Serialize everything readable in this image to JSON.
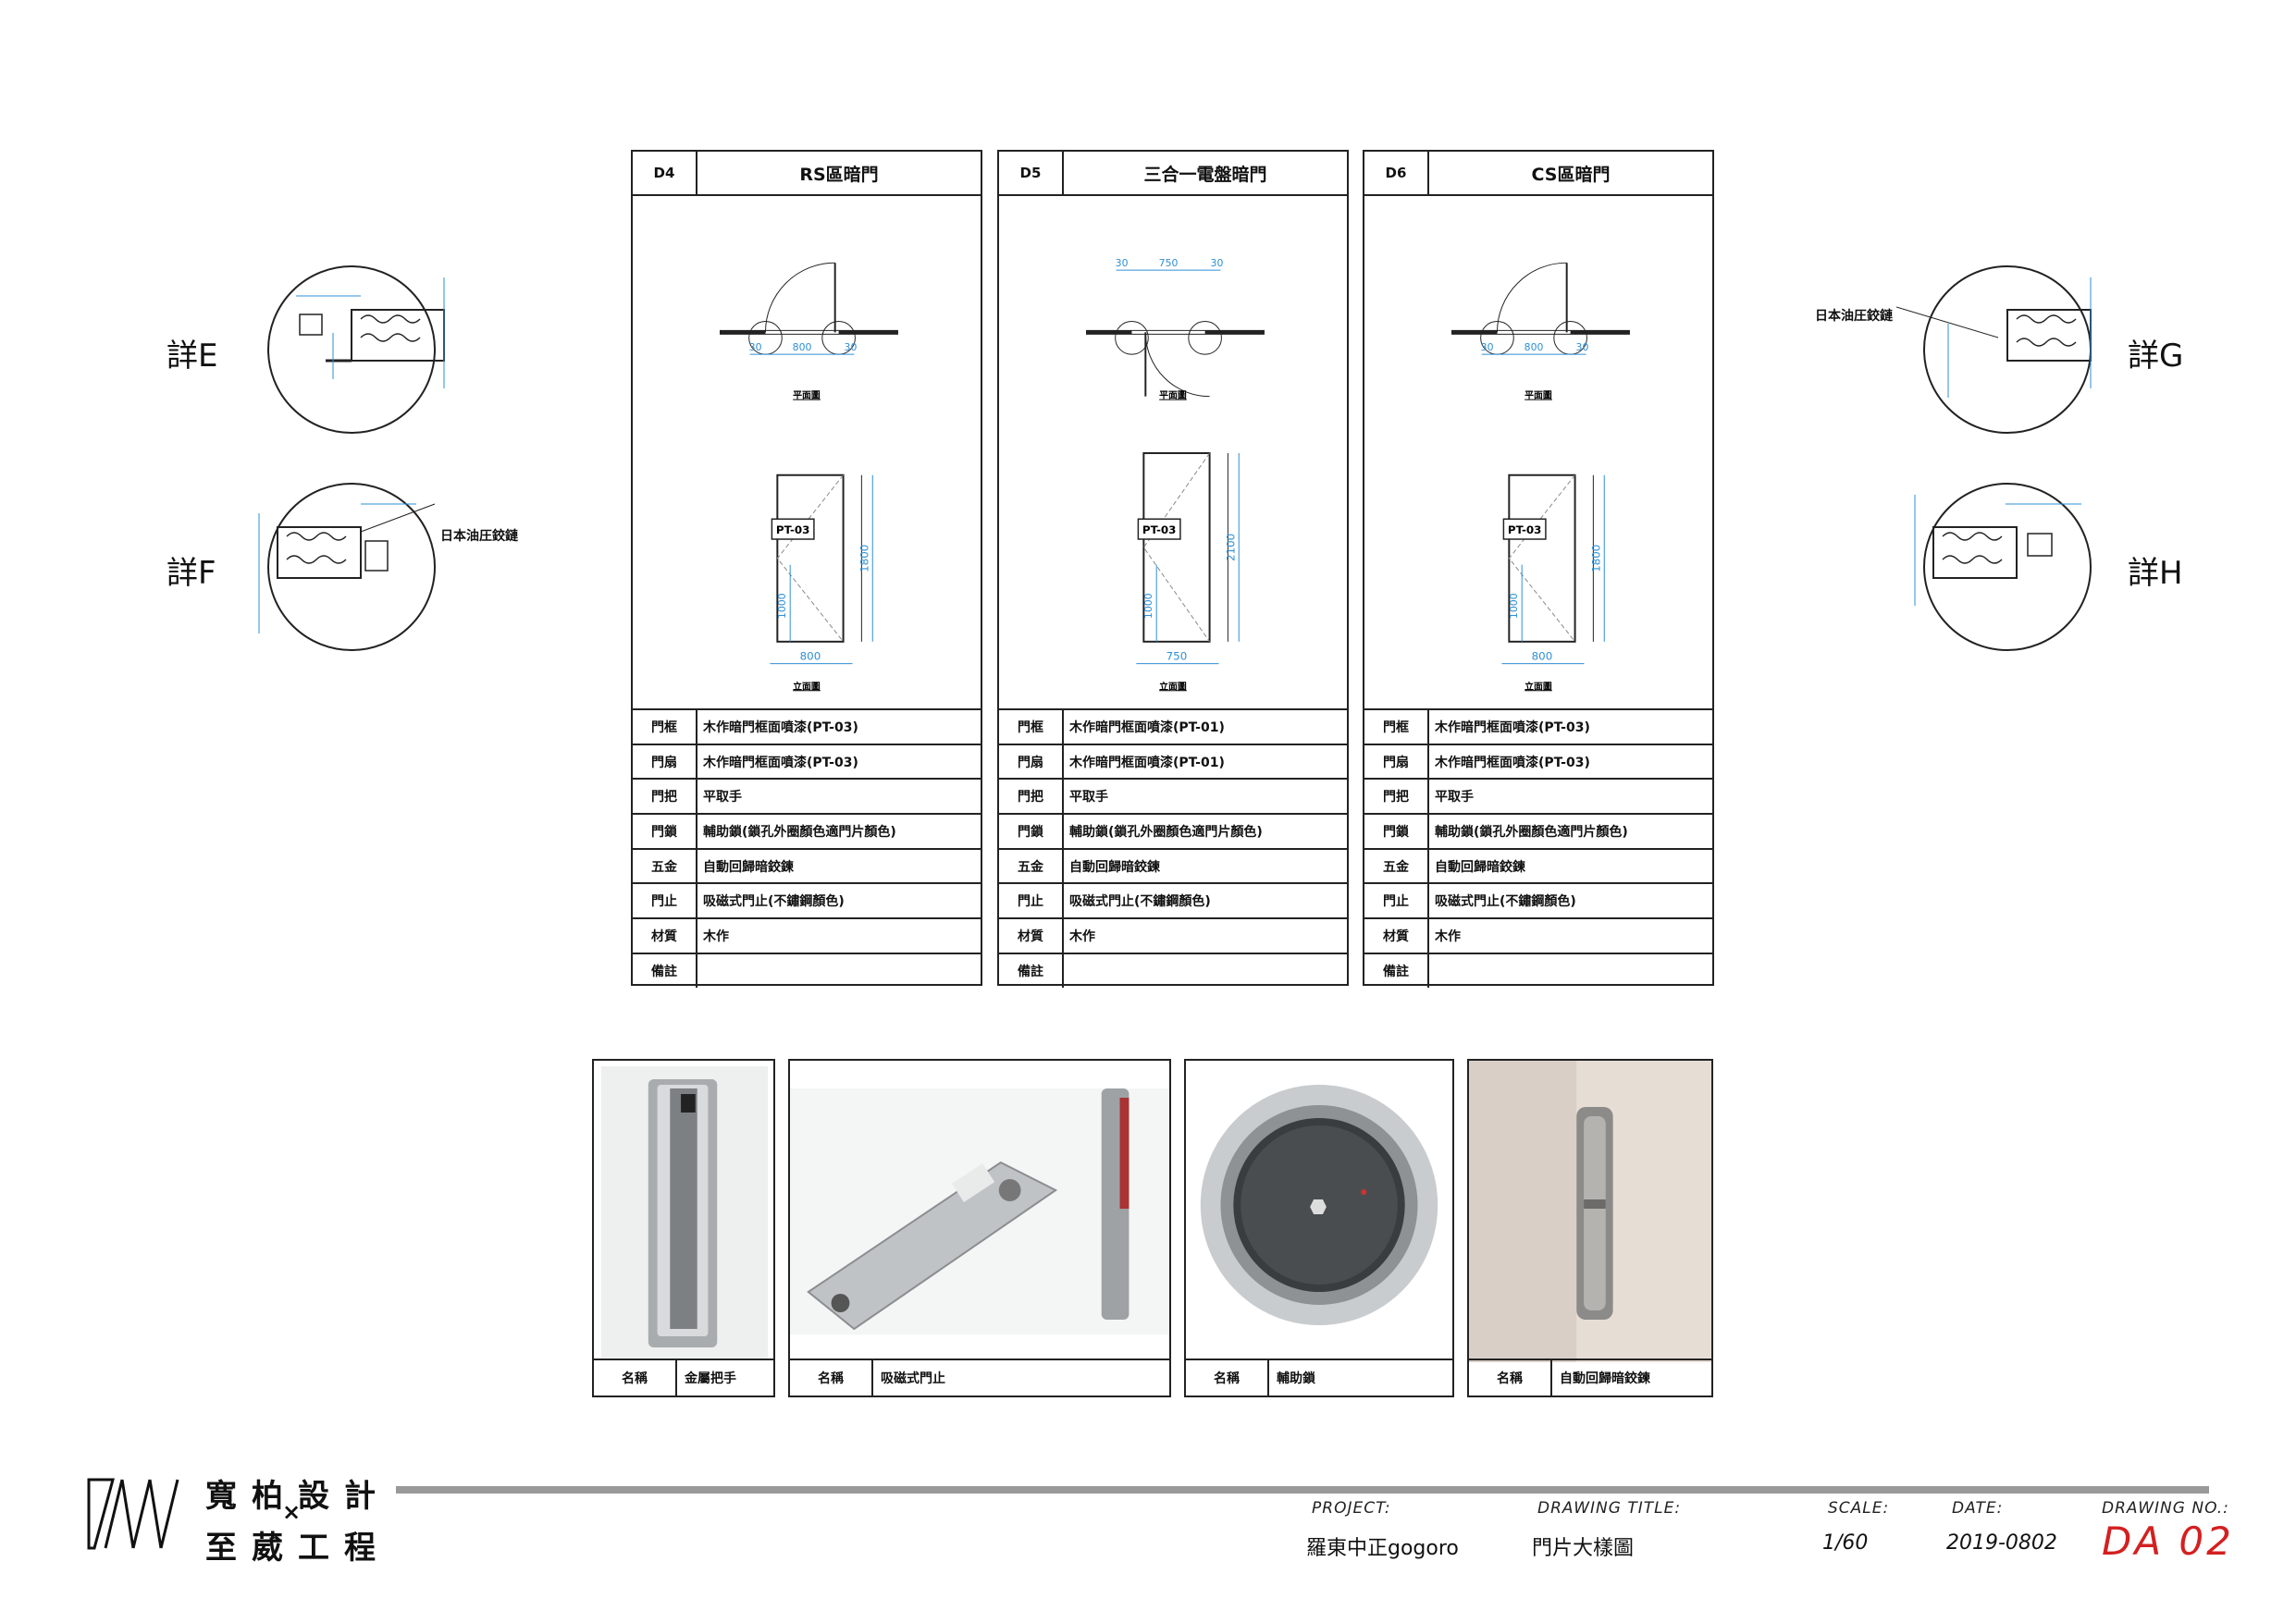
{
  "doors": [
    {
      "code": "D4",
      "name": "RS區暗門",
      "plan_label": "平面圖",
      "elev_label": "立面圖",
      "pt_tag": "PT-03",
      "plan_dims": [
        "30",
        "800",
        "30"
      ],
      "elev_width": "800",
      "elev_height": "1800",
      "handle_height": "1000",
      "specs": [
        {
          "label": "門框",
          "value": "木作暗門框面噴漆(PT-03)"
        },
        {
          "label": "門扇",
          "value": "木作暗門框面噴漆(PT-03)"
        },
        {
          "label": "門把",
          "value": "平取手"
        },
        {
          "label": "門鎖",
          "value": "輔助鎖(鎖孔外圈顏色適門片顏色)"
        },
        {
          "label": "五金",
          "value": "自動回歸暗鉸鍊"
        },
        {
          "label": "門止",
          "value": "吸磁式門止(不鏽鋼顏色)"
        },
        {
          "label": "材質",
          "value": "木作"
        },
        {
          "label": "備註",
          "value": ""
        }
      ]
    },
    {
      "code": "D5",
      "name": "三合一電盤暗門",
      "plan_label": "平面圖",
      "elev_label": "立面圖",
      "pt_tag": "PT-03",
      "plan_dims": [
        "30",
        "750",
        "30"
      ],
      "elev_width": "750",
      "elev_height": "2100",
      "handle_height": "1000",
      "specs": [
        {
          "label": "門框",
          "value": "木作暗門框面噴漆(PT-01)"
        },
        {
          "label": "門扇",
          "value": "木作暗門框面噴漆(PT-01)"
        },
        {
          "label": "門把",
          "value": "平取手"
        },
        {
          "label": "門鎖",
          "value": "輔助鎖(鎖孔外圈顏色適門片顏色)"
        },
        {
          "label": "五金",
          "value": "自動回歸暗鉸鍊"
        },
        {
          "label": "門止",
          "value": "吸磁式門止(不鏽鋼顏色)"
        },
        {
          "label": "材質",
          "value": "木作"
        },
        {
          "label": "備註",
          "value": ""
        }
      ]
    },
    {
      "code": "D6",
      "name": "CS區暗門",
      "plan_label": "平面圖",
      "elev_label": "立面圖",
      "pt_tag": "PT-03",
      "plan_dims": [
        "30",
        "800",
        "30"
      ],
      "elev_width": "800",
      "elev_height": "1800",
      "handle_height": "1000",
      "specs": [
        {
          "label": "門框",
          "value": "木作暗門框面噴漆(PT-03)"
        },
        {
          "label": "門扇",
          "value": "木作暗門框面噴漆(PT-03)"
        },
        {
          "label": "門把",
          "value": "平取手"
        },
        {
          "label": "門鎖",
          "value": "輔助鎖(鎖孔外圈顏色適門片顏色)"
        },
        {
          "label": "五金",
          "value": "自動回歸暗鉸鍊"
        },
        {
          "label": "門止",
          "value": "吸磁式門止(不鏽鋼顏色)"
        },
        {
          "label": "材質",
          "value": "木作"
        },
        {
          "label": "備註",
          "value": ""
        }
      ]
    }
  ],
  "details": {
    "e": "詳E",
    "f": "詳F",
    "g": "詳G",
    "h": "詳H",
    "hinge_callout_f": "日本油圧鉸鏈",
    "hinge_callout_g": "日本油圧鉸鏈"
  },
  "photos": [
    {
      "key": "名稱",
      "value": "金屬把手"
    },
    {
      "key": "名稱",
      "value": "吸磁式門止"
    },
    {
      "key": "名稱",
      "value": "輔助鎖"
    },
    {
      "key": "名稱",
      "value": "自動回歸暗鉸鍊"
    }
  ],
  "title_block": {
    "logo_top": "寬柏設計",
    "logo_x": "×",
    "logo_bottom": "至葳工程",
    "project_label": "PROJECT:",
    "project_value": "羅東中正gogoro",
    "drawing_title_label": "DRAWING TITLE:",
    "drawing_title_value": "門片大樣圖",
    "scale_label": "SCALE:",
    "scale_value": "1/60",
    "date_label": "DATE:",
    "date_value": "2019-0802",
    "drawing_no_label": "DRAWING NO.:",
    "drawing_no_value": "DA 02"
  },
  "colors": {
    "dimension": "#2e8fd6",
    "accent_red": "#d32020",
    "line": "#222222"
  }
}
